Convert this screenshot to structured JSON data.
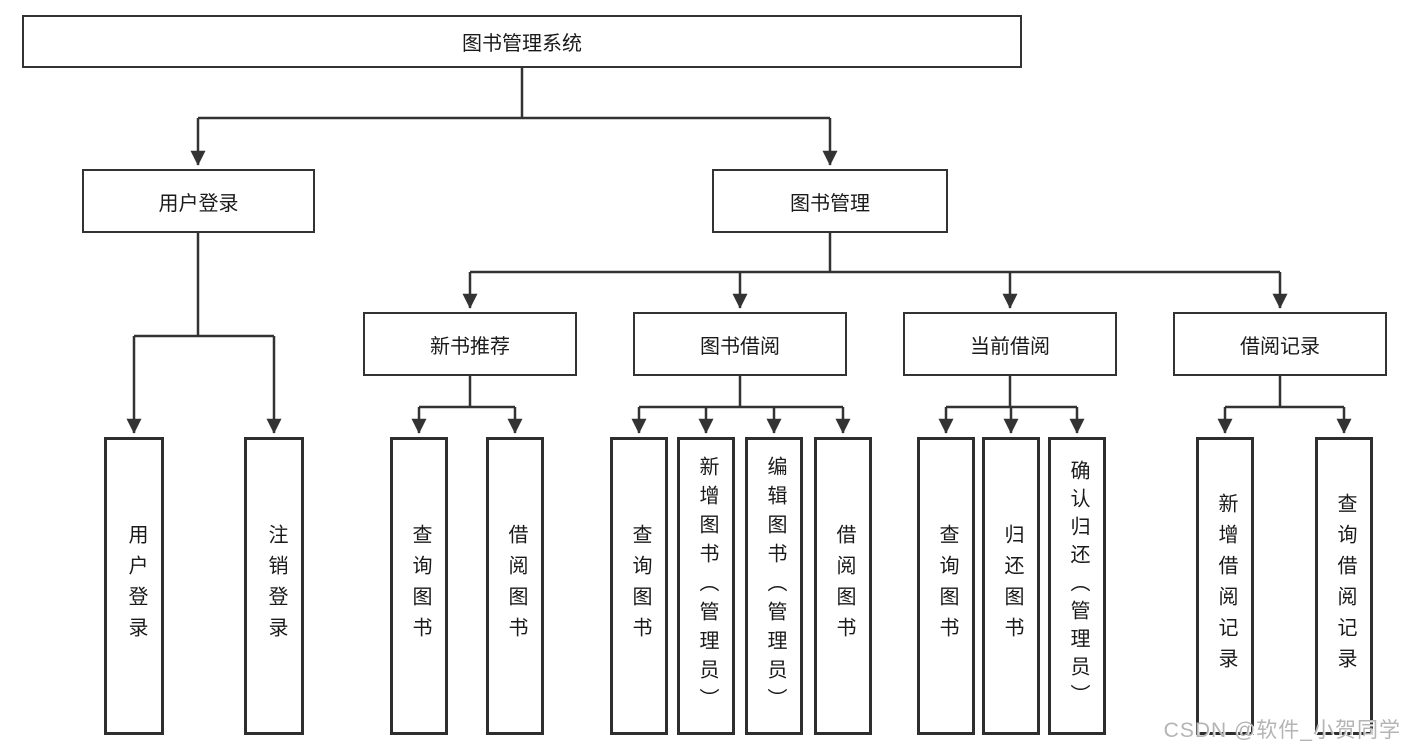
{
  "tree": {
    "root": "图书管理系统",
    "user_login": {
      "label": "用户登录",
      "leaves": [
        "用户登录",
        "注销登录"
      ]
    },
    "book_mgmt": {
      "label": "图书管理",
      "groups": {
        "new_books": {
          "label": "新书推荐",
          "leaves": [
            "查询图书",
            "借阅图书"
          ]
        },
        "book_borrow": {
          "label": "图书借阅",
          "leaves": [
            "查询图书",
            "新增图书（管理员）",
            "编辑图书（管理员）",
            "借阅图书"
          ]
        },
        "current_borrow": {
          "label": "当前借阅",
          "leaves": [
            "查询图书",
            "归还图书",
            "确认归还（管理员）"
          ]
        },
        "borrow_records": {
          "label": "借阅记录",
          "leaves": [
            "新增借阅记录",
            "查询借阅记录"
          ]
        }
      }
    }
  },
  "watermark": "CSDN @软件_小贺同学",
  "colors": {
    "line": "#333333",
    "box_border": "#2e2e2e",
    "text": "#1a1a1a",
    "watermark": "#b4b4b4",
    "background": "#ffffff"
  }
}
